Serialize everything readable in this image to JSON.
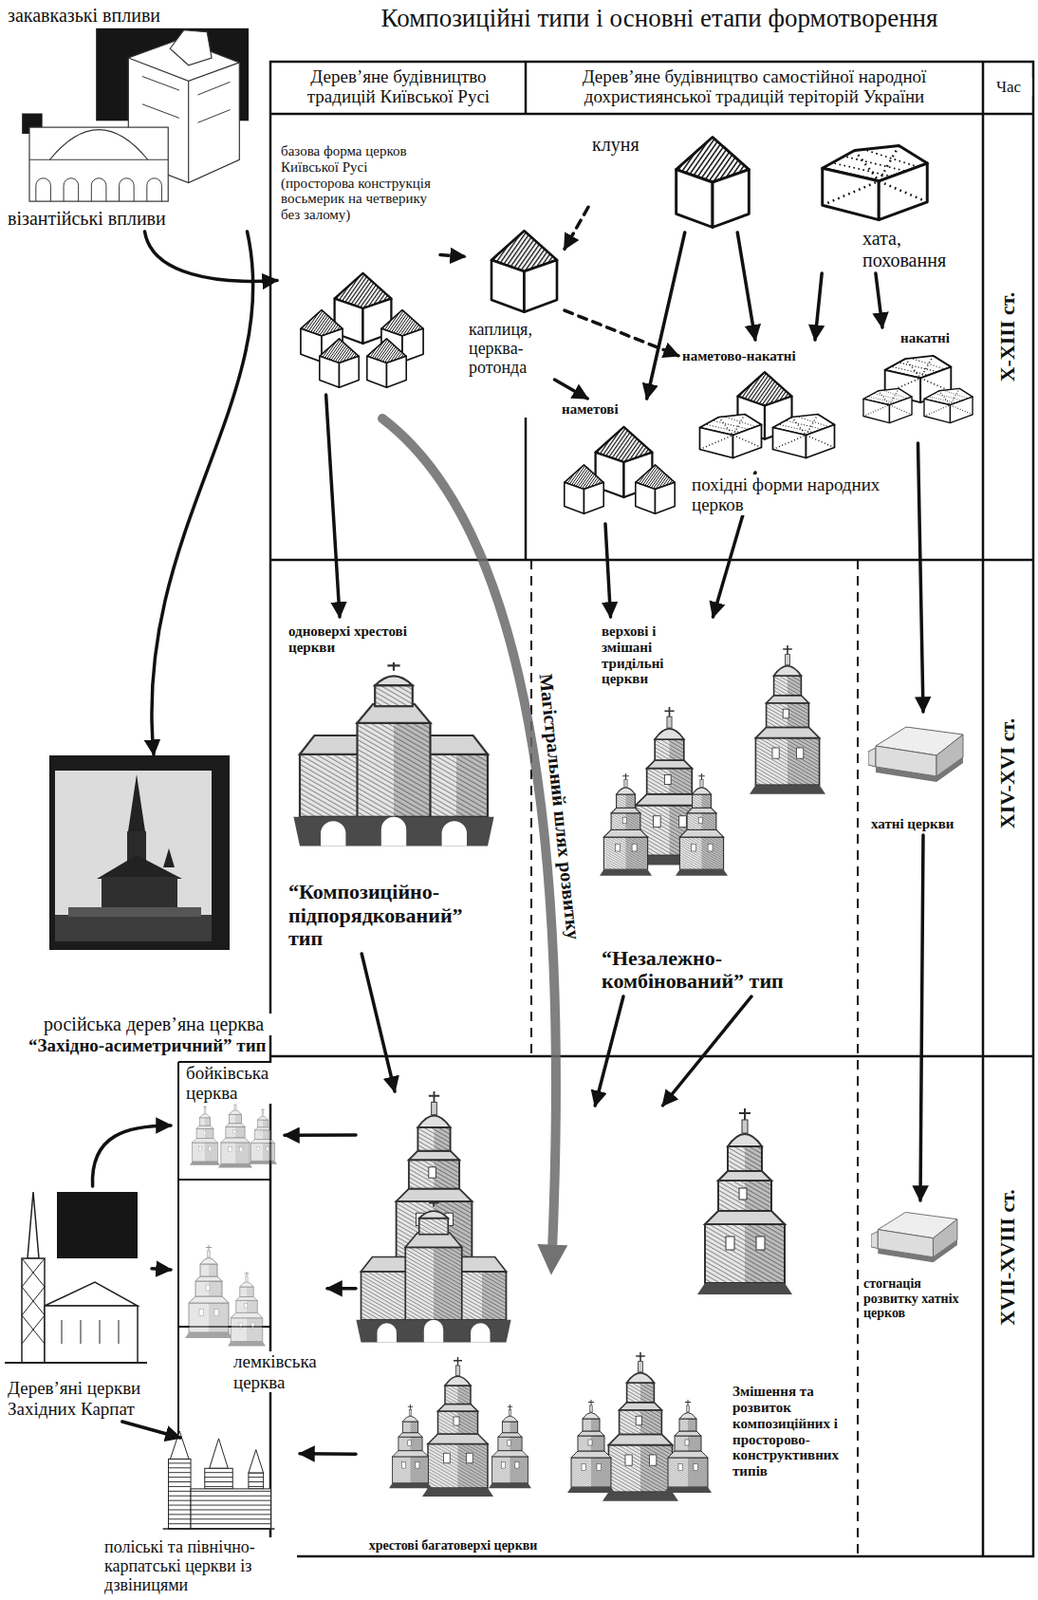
{
  "diagram": {
    "title": "Композиційні типи і основні етапи формотворення",
    "nodes": [
      {
        "text": [
          "закавказькі впливи",
          "візантійські впливи"
        ]
      },
      {
        "text": [
          "базова форма церков Київської Русі (просторова конструкція восьмерик на четверику без залому)"
        ]
      },
      {
        "text": [
          "каплиця, церква-ротонда"
        ]
      },
      {
        "text": [
          "клуня"
        ]
      },
      {
        "text": [
          "хата, поховання"
        ]
      },
      {
        "text": [
          "наметові"
        ]
      },
      {
        "text": [
          "наметово-накатні"
        ]
      },
      {
        "text": [
          "накатні"
        ]
      },
      {
        "text": [
          "одноверхі хрестові церкви",
          "“Композиційно-підпорядкований” тип"
        ]
      },
      {
        "text": [
          "верхові і змішані тридільні церкви",
          "“Незалежно-комбінований” тип"
        ]
      },
      {
        "text": [
          "хатні церкви"
        ]
      },
      {
        "text": [
          "російська дерев’яна церква",
          "“Західно-асиметричний” тип"
        ]
      },
      {
        "text": [
          "бойківська церква"
        ]
      },
      {
        "text": [
          "Дерев’яні церкви Західних Карпат"
        ]
      },
      {
        "text": [
          "лемківська церква"
        ]
      },
      {
        "text": [
          "поліські та північно-карпатські церкви із дзвіницями"
        ]
      },
      {
        "text": [
          "хрестові багатоверхі церкви"
        ]
      },
      {
        "text": [
          "Змішення та розвиток композиційних і просторово-конструктивних типів"
        ]
      },
      {
        "text": [
          "стогнація розвитку хатніх церков"
        ]
      }
    ],
    "edges": [
      {
        "from": 0,
        "to": 1,
        "arrow": "to"
      },
      {
        "from": 0,
        "to": 11,
        "arrow": "to"
      },
      {
        "from": 1,
        "to": 2,
        "arrow": "to"
      },
      {
        "from": 3,
        "to": 2,
        "arrow": "to"
      },
      {
        "from": 2,
        "to": 5,
        "arrow": "to"
      },
      {
        "from": 2,
        "to": 6,
        "arrow": "to"
      },
      {
        "from": 3,
        "to": 5,
        "arrow": "to"
      },
      {
        "from": 3,
        "to": 6,
        "arrow": "to"
      },
      {
        "from": 4,
        "to": 6,
        "arrow": "to"
      },
      {
        "from": 4,
        "to": 7,
        "arrow": "to"
      },
      {
        "from": 1,
        "to": 8,
        "arrow": "to"
      },
      {
        "from": 5,
        "to": 9,
        "arrow": "to"
      },
      {
        "from": 6,
        "to": 9,
        "arrow": "to"
      },
      {
        "from": 7,
        "to": 10,
        "arrow": "to"
      },
      {
        "from": 8,
        "to": 16,
        "arrow": "to"
      },
      {
        "from": 9,
        "to": 17,
        "arrow": "to"
      },
      {
        "from": 9,
        "to": 17,
        "arrow": "to"
      },
      {
        "from": 10,
        "to": 18,
        "arrow": "to"
      },
      {
        "from": 13,
        "to": 12,
        "arrow": "to"
      },
      {
        "from": 13,
        "to": 14,
        "arrow": "to"
      },
      {
        "from": 13,
        "to": 15,
        "arrow": "to"
      },
      {
        "from": 16,
        "to": 12,
        "arrow": "to"
      },
      {
        "from": 16,
        "to": 14,
        "arrow": "to"
      },
      {
        "from": 16,
        "to": 15,
        "arrow": "to"
      }
    ],
    "labels": [
      "Дерев’яне будівництво традицій Київської Русі",
      "Дерев’яне будівництво самостійної народної дохристиянської традицій теріторій України",
      "Час",
      "X-XIII ст.",
      "XIV-XVI ст.",
      "XVII-XVIII ст.",
      "похідні форми народних церков",
      "Магістральний шлях розвитку"
    ]
  }
}
